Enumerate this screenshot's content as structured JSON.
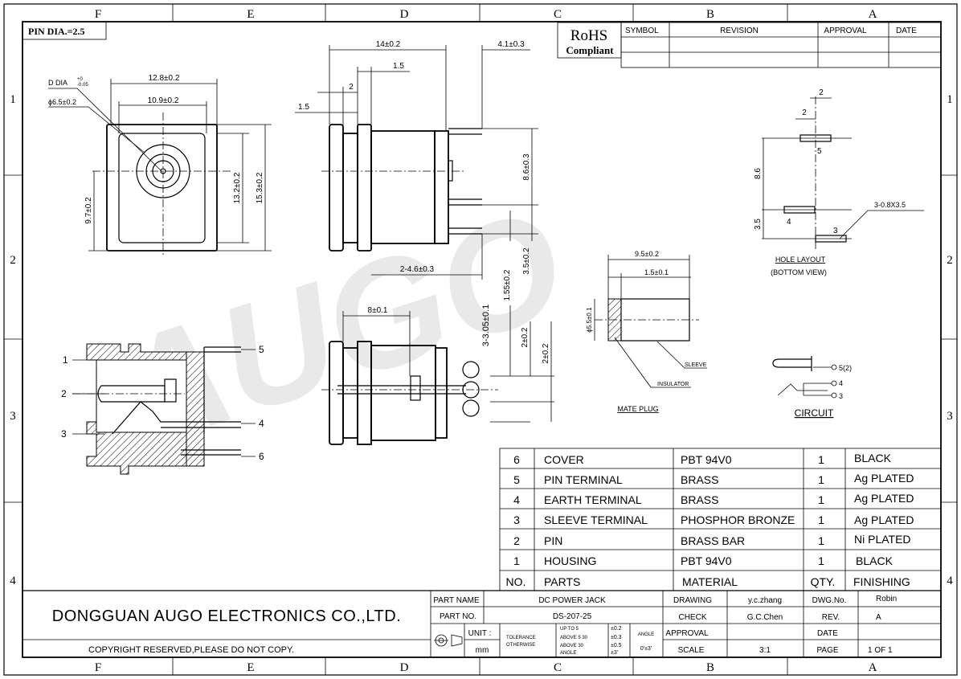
{
  "border": {
    "columns": [
      "F",
      "E",
      "D",
      "C",
      "B",
      "A"
    ],
    "rows": [
      "1",
      "2",
      "3",
      "4"
    ]
  },
  "notes": {
    "pin_dia": "PIN DIA.=2.5",
    "rohs_line1": "RoHS",
    "rohs_line2": "Compliant"
  },
  "revision_table": {
    "headers": [
      "SYMBOL",
      "REVISION",
      "APPROVAL",
      "DATE"
    ]
  },
  "dimensions": {
    "d_dia": "D DIA",
    "d_dia_tol_upper": "+0",
    "d_dia_tol_lower": "-0.05",
    "phi65": "ϕ6.5±0.2",
    "w128": "12.8±0.2",
    "w109": "10.9±0.2",
    "h132": "13.2±0.2",
    "h153": "15.3±0.2",
    "h97": "9.7±0.2",
    "len14": "14±0.2",
    "len41": "4.1±0.3",
    "d15a": "1.5",
    "d2": "2",
    "d15b": "1.5",
    "h86": "8.6±0.3",
    "h35": "3.5±0.2",
    "pitch": "2-4.6±0.3",
    "len8": "8±0.1",
    "h305": "3-3.05±0.1",
    "h155": "1.55±0.2",
    "h2a": "2±0.2",
    "h2b": "2±0.2",
    "mp95": "9.5±0.2",
    "mp15": "1.5±0.1",
    "mp55": "ϕ5.5±0.1",
    "sleeve": "SLEEVE",
    "insulator": "INSULATOR",
    "mate_plug": "MATE PLUG",
    "hl2a": "2",
    "hl2b": "2",
    "hl86": "8.6",
    "hl35": "3.5",
    "hl_slot": "3-0.8X3.5",
    "hl5": "5",
    "hl4": "4",
    "hl3": "3",
    "hole_layout": "HOLE LAYOUT",
    "bottom_view": "(BOTTOM VIEW)",
    "circuit": "CIRCUIT",
    "c52": "5(2)",
    "c4": "4",
    "c3": "3"
  },
  "callouts": [
    "1",
    "2",
    "3",
    "4",
    "5",
    "6"
  ],
  "bom": {
    "rows": [
      {
        "no": "6",
        "part": "COVER",
        "material": "PBT 94V0",
        "qty": "1",
        "finish": "BLACK"
      },
      {
        "no": "5",
        "part": "PIN TERMINAL",
        "material": "BRASS",
        "qty": "1",
        "finish": "Ag PLATED"
      },
      {
        "no": "4",
        "part": "EARTH TERMINAL",
        "material": "BRASS",
        "qty": "1",
        "finish": "Ag PLATED"
      },
      {
        "no": "3",
        "part": "SLEEVE TERMINAL",
        "material": "PHOSPHOR BRONZE",
        "qty": "1",
        "finish": "Ag PLATED"
      },
      {
        "no": "2",
        "part": "PIN",
        "material": "BRASS BAR",
        "qty": "1",
        "finish": "Ni PLATED"
      },
      {
        "no": "1",
        "part": "HOUSING",
        "material": "PBT 94V0",
        "qty": "1",
        "finish": "BLACK"
      }
    ],
    "header": {
      "no": "NO.",
      "part": "PARTS",
      "material": "MATERIAL",
      "qty": "QTY.",
      "finish": "FINISHING"
    }
  },
  "title_block": {
    "company": "DONGGUAN AUGO ELECTRONICS CO.,LTD.",
    "copyright": "COPYRIGHT RESERVED,PLEASE DO NOT COPY.",
    "part_name_label": "PART NAME",
    "part_name": "DC POWER JACK",
    "part_no_label": "PART NO.",
    "part_no": "DS-207-25",
    "unit_label": "UNIT :",
    "unit": "mm",
    "tolerance_l1": "TOLERANCE",
    "tolerance_l2": "OTHERWISE",
    "tol_r1": "UP TO 5",
    "tol_r2": "ABOVE 5  30",
    "tol_r3": "ABOVE 30",
    "tol_r4": "ANGLE",
    "tol_v1": "±0.2",
    "tol_v2": "±0.3",
    "tol_v3": "±0.5",
    "tol_v4": "±3'",
    "angle_label": "ANGLE",
    "angle_val": "0'±3'",
    "drawing_label": "DRAWING",
    "drawing": "y.c.zhang",
    "check_label": "CHECK",
    "check": "G.C.Chen",
    "approval_label": "APPROVAL",
    "approval": "",
    "scale_label": "SCALE",
    "scale": "3:1",
    "dwg_no_label": "DWG.No.",
    "dwg_no": "Robin",
    "rev_label": "REV.",
    "rev": "A",
    "date_label": "DATE",
    "date": "",
    "page_label": "PAGE",
    "page": "1 OF 1"
  },
  "watermark": "AUGO"
}
